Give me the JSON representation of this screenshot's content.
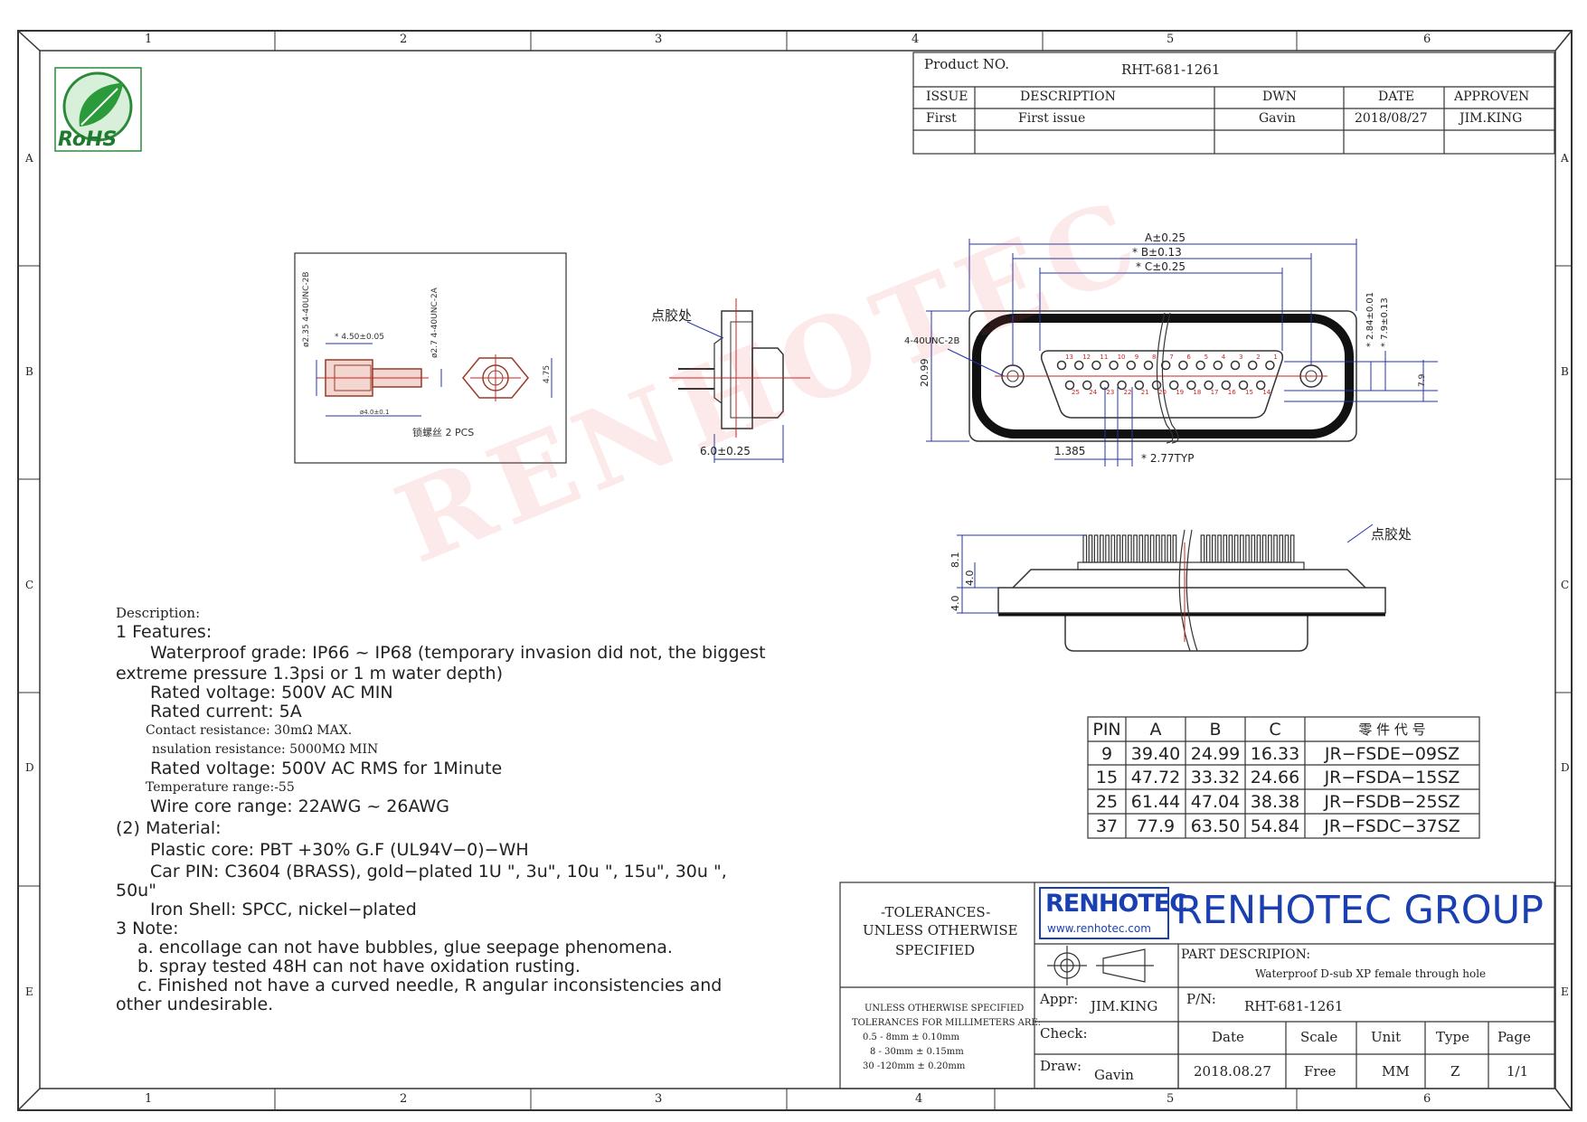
{
  "frame": {
    "columns": [
      "1",
      "2",
      "3",
      "4",
      "5",
      "6"
    ],
    "rows": [
      "A",
      "B",
      "C",
      "D",
      "E"
    ]
  },
  "logo": {
    "text": "RoHS"
  },
  "title_block": {
    "product_no_label": "Product NO.",
    "product_no": "RHT-681-1261",
    "headers": [
      "ISSUE",
      "DESCRIPTION",
      "DWN",
      "DATE",
      "APPROVEN"
    ],
    "row": [
      "First",
      "First issue",
      "Gavin",
      "2018/08/27",
      "JIM.KING"
    ]
  },
  "detail_screw": {
    "labels": [
      "ø2.35 4-40UNC-2B",
      "* 4.50±0.05",
      "ø2.7 4-40UNC-2A",
      "ø4.0±0.1",
      "4.75"
    ],
    "caption": "锁螺丝 2 PCS"
  },
  "side_view": {
    "glue_label": "点胶处",
    "dim": "6.0±0.25"
  },
  "front_view": {
    "dim_a": "A±0.25",
    "dim_b": "* B±0.13",
    "dim_c": "* C±0.25",
    "thread": "4-40UNC-2B",
    "height": "20.99",
    "dim_right1": "* 2.84±0.01",
    "dim_right2": "* 7.9±0.13",
    "dim_right3": "7.9",
    "pitch1": "1.385",
    "pitch2": "* 2.77TYP",
    "top_pins": [
      "13",
      "12",
      "11",
      "10",
      "9",
      "8",
      "7",
      "6",
      "5",
      "4",
      "3",
      "2",
      "1"
    ],
    "bottom_pins": [
      "25",
      "24",
      "23",
      "22",
      "21",
      "20",
      "19",
      "18",
      "17",
      "16",
      "15",
      "14"
    ]
  },
  "bottom_view": {
    "glue_label": "点胶处",
    "dims": [
      "8.1",
      "4.0",
      "4.0"
    ]
  },
  "pin_table": {
    "headers": [
      "PIN",
      "A",
      "B",
      "C",
      "零 件 代 号"
    ],
    "rows": [
      [
        "9",
        "39.40",
        "24.99",
        "16.33",
        "JR−FSDE−09SZ"
      ],
      [
        "15",
        "47.72",
        "33.32",
        "24.66",
        "JR−FSDA−15SZ"
      ],
      [
        "25",
        "61.44",
        "47.04",
        "38.38",
        "JR−FSDB−25SZ"
      ],
      [
        "37",
        "77.9",
        "63.50",
        "54.84",
        "JR−FSDC−37SZ"
      ]
    ]
  },
  "description": {
    "l1": "Description:",
    "l2": "1 Features:",
    "l3": "Waterproof grade: IP66 ~ IP68 (temporary invasion did not, the biggest",
    "l4": "extreme pressure 1.3psi or 1 m water depth)",
    "l5": "Rated voltage: 500V AC MIN",
    "l6": "Rated current: 5A",
    "l7": "Contact resistance: 30mΩ MAX.",
    "l8": "nsulation resistance: 5000MΩ MIN",
    "l9": "Rated voltage: 500V AC RMS for 1Minute",
    "l10": "Temperature range:-55",
    "l11": "Wire core range: 22AWG ~ 26AWG",
    "l12": "(2) Material:",
    "l13": "Plastic core: PBT +30% G.F (UL94V−0)−WH",
    "l14": "Car PIN: C3604 (BRASS), gold−plated 1U \", 3u\", 10u \", 15u\", 30u \",",
    "l15": "50u\"",
    "l16": "Iron Shell: SPCC, nickel−plated",
    "l17": "3 Note:",
    "l18": "a. encollage can not have bubbles, glue seepage phenomena.",
    "l19": "b. spray tested 48H can not have oxidation rusting.",
    "l20": "c. Finished not have a curved needle, R angular inconsistencies and",
    "l21": "other undesirable."
  },
  "tolerances": {
    "title1": "-TOLERANCES-",
    "title2": "UNLESS OTHERWISE",
    "title3": "SPECIFIED",
    "s1": "UNLESS OTHERWISE SPECIFIED",
    "s2": "TOLERANCES FOR MILLIMETERS ARE:",
    "s3": "0.5 - 8mm ± 0.10mm",
    "s4": "8 - 30mm ± 0.15mm",
    "s5": "30 -120mm ± 0.20mm"
  },
  "company": {
    "logo_text": "RENHOTEC",
    "logo_url": "www.renhotec.com",
    "name": "RENHOTEC GROUP",
    "part_desc_label": "PART DESCRIPION:",
    "part_desc": "Waterproof D-sub XP female through hole",
    "appr_label": "Appr:",
    "appr": "JIM.KING",
    "pn_label": "P/N:",
    "pn": "RHT-681-1261",
    "check_label": "Check:",
    "draw_label": "Draw:",
    "draw": "Gavin",
    "headers": [
      "Date",
      "Scale",
      "Unit",
      "Type",
      "Page"
    ],
    "values": [
      "2018.08.27",
      "Free",
      "MM",
      "Z",
      "1/1"
    ]
  },
  "watermark": "RENHOTEC",
  "colors": {
    "line": "#333333",
    "dim": "#2233aa",
    "red": "#cc2222",
    "brown": "#9a3a2a",
    "green": "#2a8a3a"
  }
}
